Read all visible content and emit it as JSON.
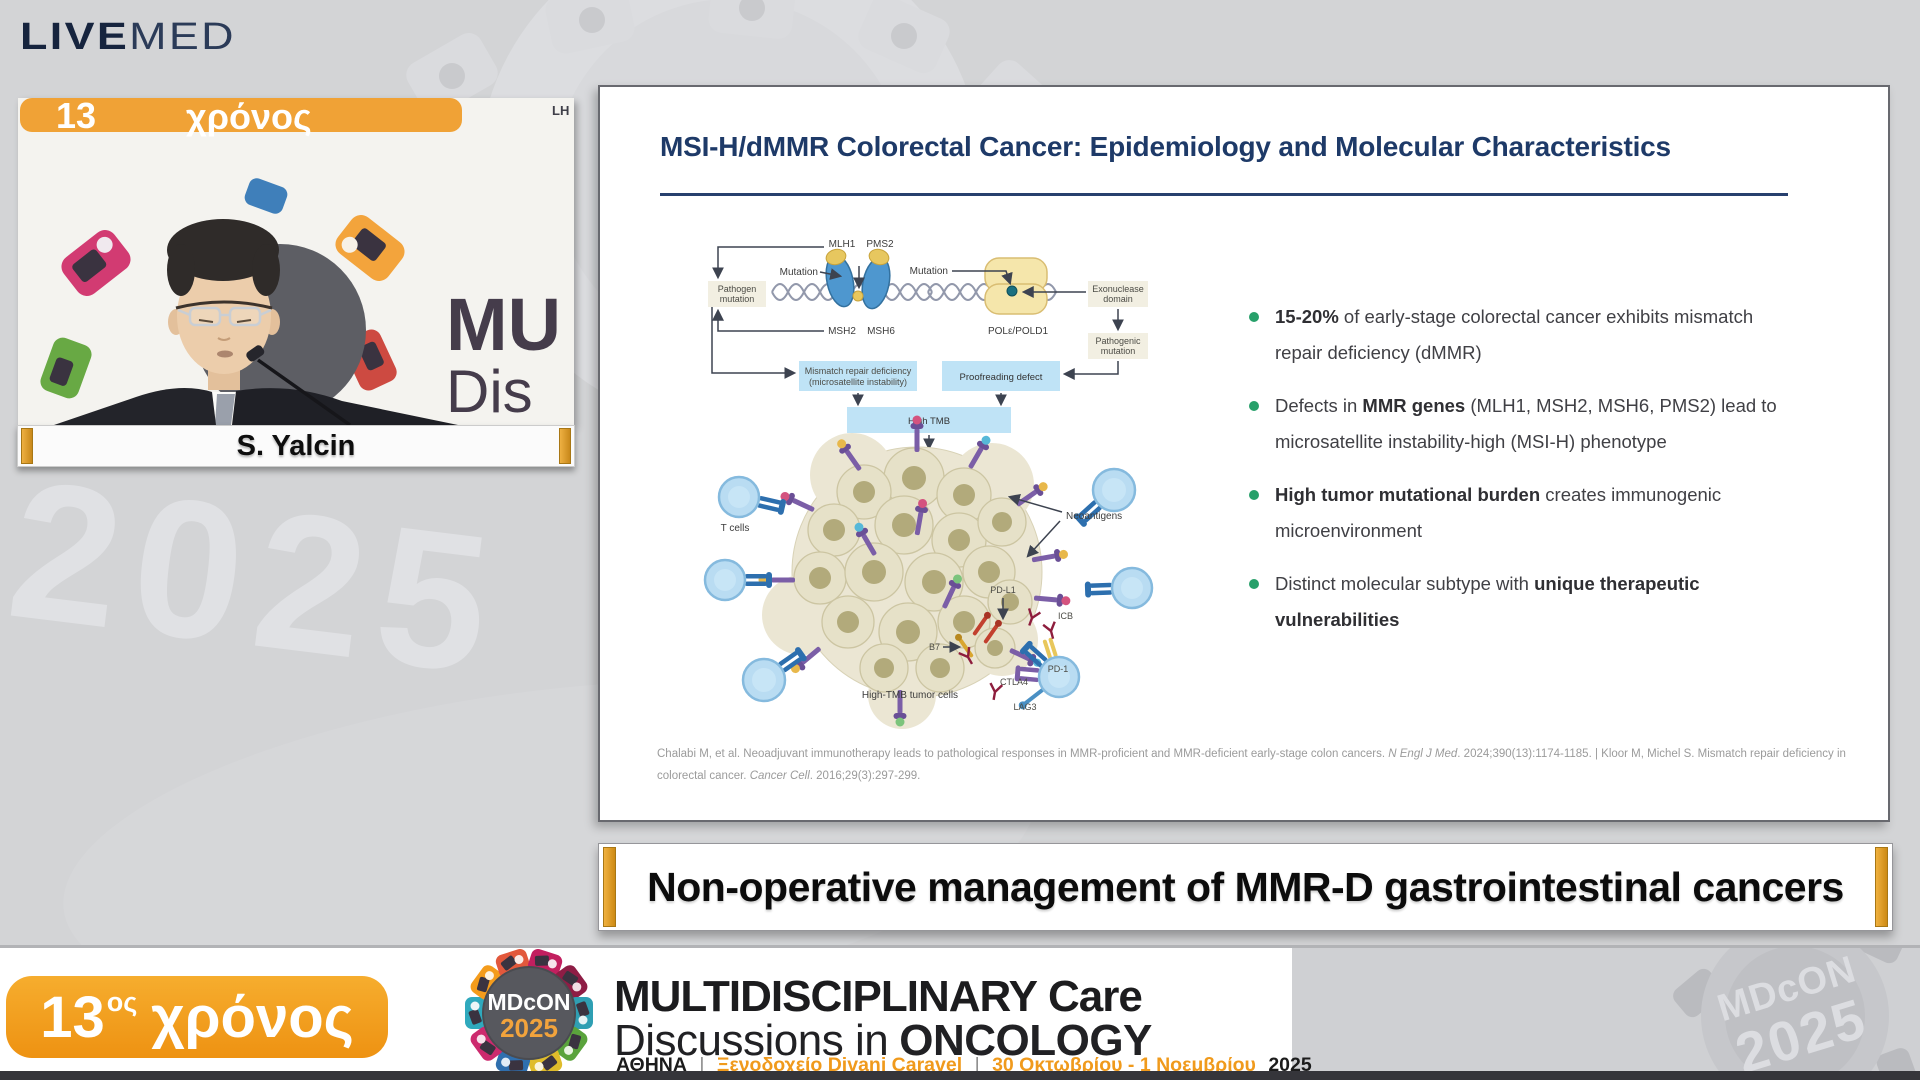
{
  "colors": {
    "accent_orange": "#f2a33c",
    "navy": "#1e3a68",
    "bullet_green": "#27a06a"
  },
  "brand": {
    "bold": "LIVE",
    "light": "MED"
  },
  "video": {
    "nameplate": "S. Yalcin",
    "corner_mark": "LH",
    "backdrop": {
      "banner_left": "13",
      "banner_word": "χρόνος",
      "poster_line1": "MU",
      "poster_line2": "Dis"
    }
  },
  "background": {
    "big_year": "2025"
  },
  "slide": {
    "title": "MSI-H/dMMR Colorectal Cancer: Epidemiology and Molecular Characteristics",
    "diagram": {
      "mlh1": "MLH1",
      "pms2": "PMS2",
      "msh2": "MSH2",
      "msh6": "MSH6",
      "mutation": "Mutation",
      "pathogen_l1": "Pathogen",
      "pathogen_l2": "mutation",
      "pole": "POLε/POLD1",
      "exo_l1": "Exonuclease",
      "exo_l2": "domain",
      "patho_l1": "Pathogenic",
      "patho_l2": "mutation",
      "mmr_l1": "Mismatch repair deficiency",
      "mmr_l2": "(microsatellite instability)",
      "proofreading": "Proofreading defect",
      "high_tmb": "High TMB",
      "t_cells": "T cells",
      "neoantigens": "Neoantigens",
      "pd_l1": "PD-L1",
      "b7": "B7",
      "icb": "ICB",
      "ctla4": "CTLA4",
      "pd1": "PD-1",
      "lag3": "LAG3",
      "tumor_caption": "High-TMB tumor cells"
    },
    "bullets": [
      {
        "segments": [
          {
            "text": "15-20%",
            "bold": true
          },
          {
            "text": " of early-stage colorectal cancer exhibits mismatch repair deficiency (dMMR)"
          }
        ]
      },
      {
        "segments": [
          {
            "text": "Defects in "
          },
          {
            "text": "MMR genes",
            "bold": true
          },
          {
            "text": " (MLH1, MSH2, MSH6, PMS2) lead to microsatellite instability-high (MSI-H) phenotype"
          }
        ]
      },
      {
        "segments": [
          {
            "text": "High tumor mutational burden",
            "bold": true
          },
          {
            "text": " creates immunogenic microenvironment"
          }
        ]
      },
      {
        "segments": [
          {
            "text": "Distinct molecular subtype with "
          },
          {
            "text": "unique therapeutic vulnerabilities",
            "bold": true
          }
        ]
      }
    ],
    "citation": {
      "segments": [
        {
          "text": "Chalabi M, et al. Neoadjuvant immunotherapy leads to pathological responses in MMR-proficient and MMR-deficient early-stage colon cancers. "
        },
        {
          "text": "N Engl J Med",
          "italic": true
        },
        {
          "text": ". 2024;390(13):1174-1185.  |  Kloor M, Michel S. Mismatch repair deficiency in colorectal cancer. "
        },
        {
          "text": "Cancer Cell",
          "italic": true
        },
        {
          "text": ". 2016;29(3):297-299."
        }
      ]
    }
  },
  "banner": {
    "title": "Non-operative management of MMR-D gastrointestinal cancers"
  },
  "footer": {
    "badge": {
      "number": "13",
      "sup": "ος",
      "word": "χρόνος"
    },
    "logo": {
      "line1": "MDcON",
      "line2": "2025"
    },
    "title_a": "MULTIDISCIPLINARY",
    "title_b": "Care",
    "subtitle_a": "Discussions in",
    "subtitle_b": "ONCOLOGY",
    "venue": {
      "city": "ΑΘΗΝΑ",
      "sep": "|",
      "hotel": "Ξενοδοχείο Divani Caravel",
      "dates": "30 Οκτωβρίου - 1 Νοεμβρίου",
      "year": "2025"
    },
    "watermark": {
      "line1": "MDcON",
      "line2": "2025"
    }
  }
}
